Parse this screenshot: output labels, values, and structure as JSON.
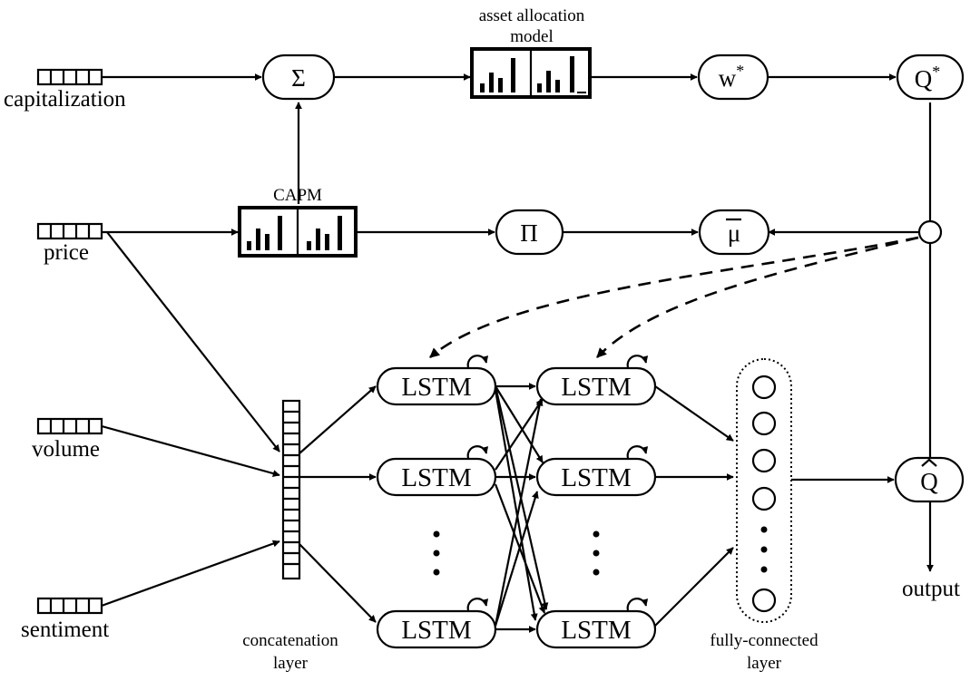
{
  "inputs": {
    "capitalization": "capitalization",
    "price": "price",
    "volume": "volume",
    "sentiment": "sentiment"
  },
  "nodes": {
    "sum": "Σ",
    "pi": "Π",
    "w_star": "w",
    "w_star_sup": "*",
    "q_star": "Q",
    "q_star_sup": "*",
    "mu_bar": "μ",
    "q_hat": "Q"
  },
  "models": {
    "asset_allocation_line1": "asset allocation",
    "asset_allocation_line2": "model",
    "capm": "CAPM"
  },
  "layers": {
    "lstm": "LSTM",
    "concat_line1": "concatenation",
    "concat_line2": "layer",
    "fc_line1": "fully-connected",
    "fc_line2": "layer"
  },
  "output": "output"
}
